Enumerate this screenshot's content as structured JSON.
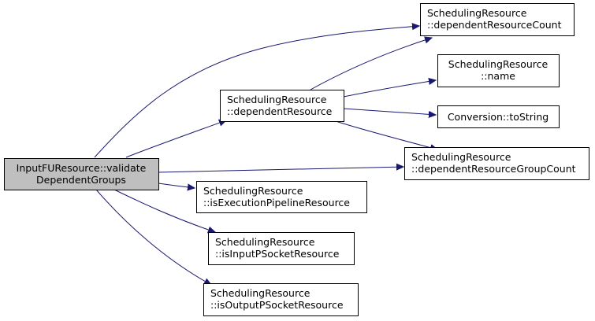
{
  "nodes": {
    "root": {
      "line1": "InputFUResource::validate",
      "line2": "DependentGroups"
    },
    "dependentResource": {
      "line1": "SchedulingResource",
      "line2": "::dependentResource"
    },
    "dependentResourceCount": {
      "line1": "SchedulingResource",
      "line2": "::dependentResourceCount"
    },
    "name": {
      "line1": "SchedulingResource",
      "line2": "::name"
    },
    "toString": {
      "line1": "Conversion::toString"
    },
    "dependentResourceGroupCount": {
      "line1": "SchedulingResource",
      "line2": "::dependentResourceGroupCount"
    },
    "isExecutionPipelineResource": {
      "line1": "SchedulingResource",
      "line2": "::isExecutionPipelineResource"
    },
    "isInputPSocketResource": {
      "line1": "SchedulingResource",
      "line2": "::isInputPSocketResource"
    },
    "isOutputPSocketResource": {
      "line1": "SchedulingResource",
      "line2": "::isOutputPSocketResource"
    }
  },
  "edges": [
    {
      "from": "root",
      "to": "dependentResource"
    },
    {
      "from": "root",
      "to": "dependentResourceCount"
    },
    {
      "from": "root",
      "to": "dependentResourceGroupCount"
    },
    {
      "from": "root",
      "to": "isExecutionPipelineResource"
    },
    {
      "from": "root",
      "to": "isInputPSocketResource"
    },
    {
      "from": "root",
      "to": "isOutputPSocketResource"
    },
    {
      "from": "dependentResource",
      "to": "dependentResourceCount"
    },
    {
      "from": "dependentResource",
      "to": "name"
    },
    {
      "from": "dependentResource",
      "to": "toString"
    },
    {
      "from": "dependentResource",
      "to": "dependentResourceGroupCount"
    }
  ],
  "colors": {
    "edge": "#191970",
    "root_fill": "#bfbfbf",
    "node_fill": "#ffffff",
    "border": "#000000"
  }
}
